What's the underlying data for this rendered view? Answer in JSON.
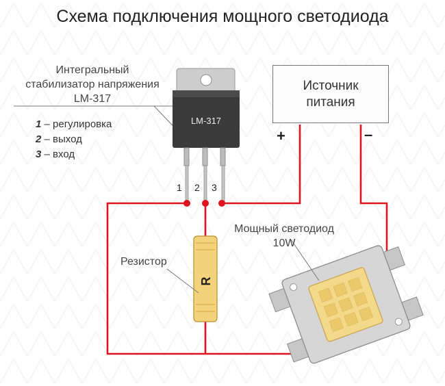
{
  "title": "Схема подключения мощного светодиода",
  "regulator": {
    "caption_line1": "Интегральный",
    "caption_line2": "стабилизатор напряжения",
    "caption_line3": "LM-317",
    "chip_marking": "LM-317",
    "pin_numbers": [
      "1",
      "2",
      "3"
    ],
    "pin_legend": [
      {
        "num": "1",
        "text": " – регулировка"
      },
      {
        "num": "2",
        "text": " – выход"
      },
      {
        "num": "3",
        "text": " – вход"
      }
    ]
  },
  "power_supply": {
    "line1": "Источник",
    "line2": "питания",
    "plus": "+",
    "minus": "–"
  },
  "led": {
    "caption_line1": "Мощный светодиод",
    "caption_line2": "10W"
  },
  "resistor": {
    "caption": "Резистор",
    "marking": "R"
  },
  "colors": {
    "wire": "#e0141e",
    "resistor_body": "#f2d27a",
    "resistor_stripe": "#d9a63a",
    "chip_body": "#3a3a3a",
    "tab_metal": "#c9c9c9",
    "led_chip": "#f5d98a"
  }
}
